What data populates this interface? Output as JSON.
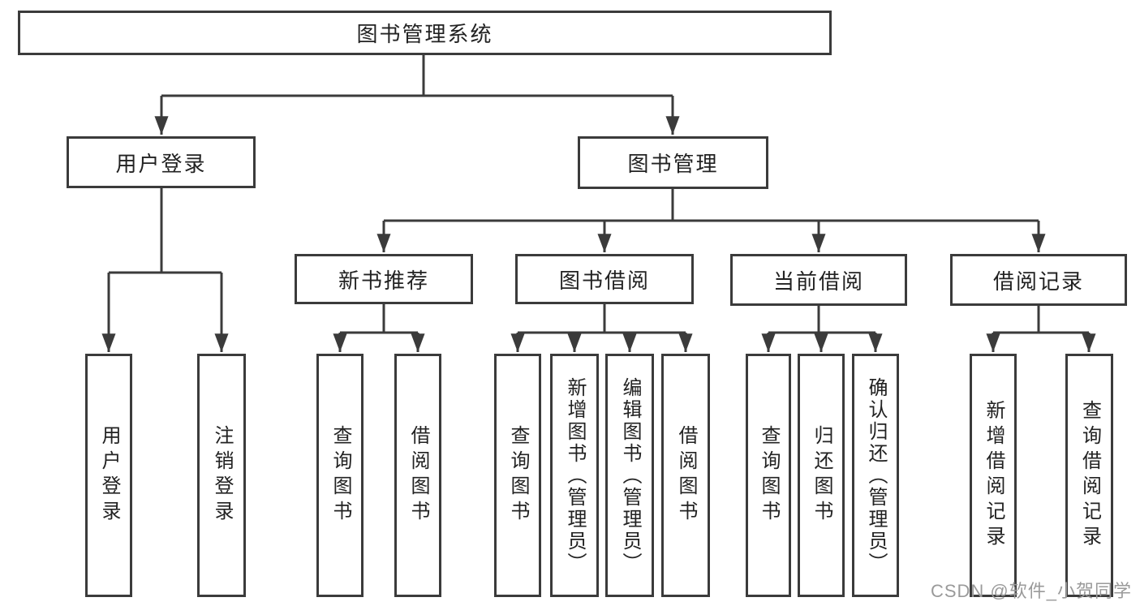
{
  "diagram": {
    "root": {
      "label": "图书管理系统"
    },
    "level2": [
      {
        "id": "user-login",
        "label": "用户登录"
      },
      {
        "id": "book-management",
        "label": "图书管理"
      }
    ],
    "level3": [
      {
        "id": "new-book-recommend",
        "label": "新书推荐",
        "parent": "book-management"
      },
      {
        "id": "book-borrow",
        "label": "图书借阅",
        "parent": "book-management"
      },
      {
        "id": "current-borrow",
        "label": "当前借阅",
        "parent": "book-management"
      },
      {
        "id": "borrow-records",
        "label": "借阅记录",
        "parent": "book-management"
      }
    ],
    "leaves": [
      {
        "id": "leaf-user-login",
        "label": "用户登录",
        "parent": "user-login"
      },
      {
        "id": "leaf-logout",
        "label": "注销登录",
        "parent": "user-login"
      },
      {
        "id": "leaf-query-book-1",
        "label": "查询图书",
        "parent": "new-book-recommend"
      },
      {
        "id": "leaf-borrow-book-1",
        "label": "借阅图书",
        "parent": "new-book-recommend"
      },
      {
        "id": "leaf-query-book-2",
        "label": "查询图书",
        "parent": "book-borrow"
      },
      {
        "id": "leaf-add-book-admin",
        "label": "新增图书（管理员）",
        "parent": "book-borrow"
      },
      {
        "id": "leaf-edit-book-admin",
        "label": "编辑图书（管理员）",
        "parent": "book-borrow"
      },
      {
        "id": "leaf-borrow-book-2",
        "label": "借阅图书",
        "parent": "book-borrow"
      },
      {
        "id": "leaf-query-book-3",
        "label": "查询图书",
        "parent": "current-borrow"
      },
      {
        "id": "leaf-return-book",
        "label": "归还图书",
        "parent": "current-borrow"
      },
      {
        "id": "leaf-confirm-return-admin",
        "label": "确认归还（管理员）",
        "parent": "current-borrow"
      },
      {
        "id": "leaf-add-borrow-record",
        "label": "新增借阅记录",
        "parent": "borrow-records"
      },
      {
        "id": "leaf-query-borrow-record",
        "label": "查询借阅记录",
        "parent": "borrow-records"
      }
    ]
  },
  "watermark": {
    "text": "CSDN @软件_小贺同学",
    "color": "#9a9a9a"
  },
  "colors": {
    "line": "#3b3b3b",
    "box_border": "#3b3b3b",
    "box_fill": "#ffffff",
    "background": "#ffffff",
    "text": "#222222"
  }
}
